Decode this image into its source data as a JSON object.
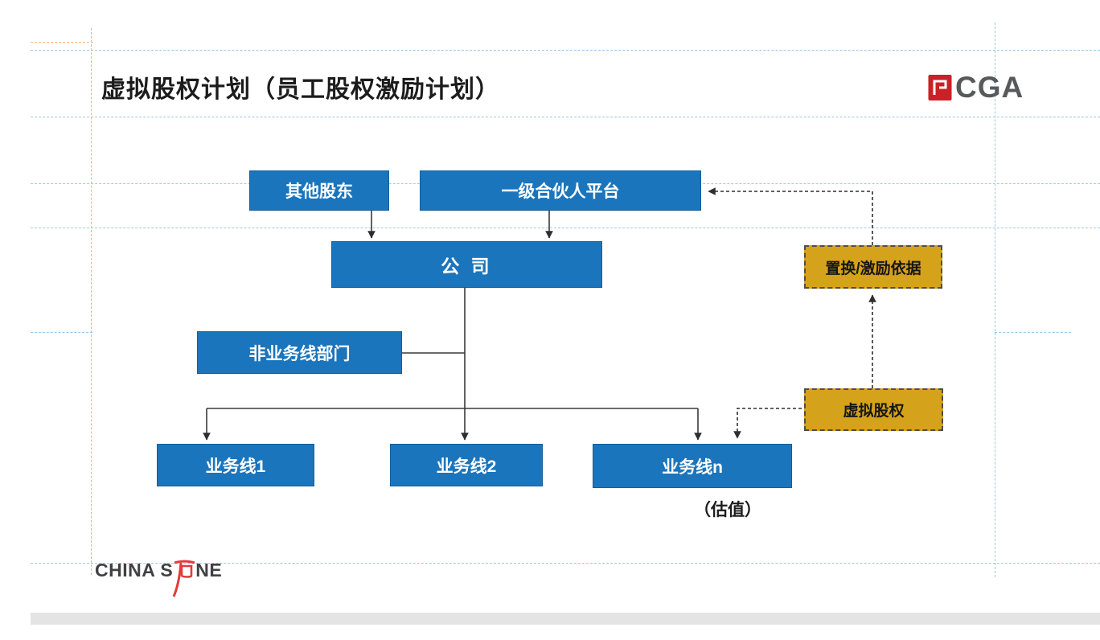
{
  "slide": {
    "title": "虚拟股权计划（员工股权激励计划）",
    "valuation_caption": "（估值）"
  },
  "logos": {
    "cga": {
      "text": "CGA",
      "icon": "red-door-mark"
    },
    "china_stone": {
      "left": "CHINA S",
      "right": "NE",
      "icon": "red-stone-mark"
    }
  },
  "diagram": {
    "nodes": {
      "other_shareholders": "其他股东",
      "partner_platform": "一级合伙人平台",
      "company": "公 司",
      "non_business_dept": "非业务线部门",
      "business_line_1": "业务线1",
      "business_line_2": "业务线2",
      "business_line_n": "业务线n",
      "swap_incentive_basis": "置换/激励依据",
      "virtual_equity": "虚拟股权"
    },
    "colors": {
      "node_blue": "#1b75bc",
      "node_gold": "#d5a21b",
      "connector_dark": "#3a3a3a",
      "guide_blue": "#9ec7e6",
      "logo_red": "#cb2026",
      "logo_gray": "#58595b"
    }
  }
}
